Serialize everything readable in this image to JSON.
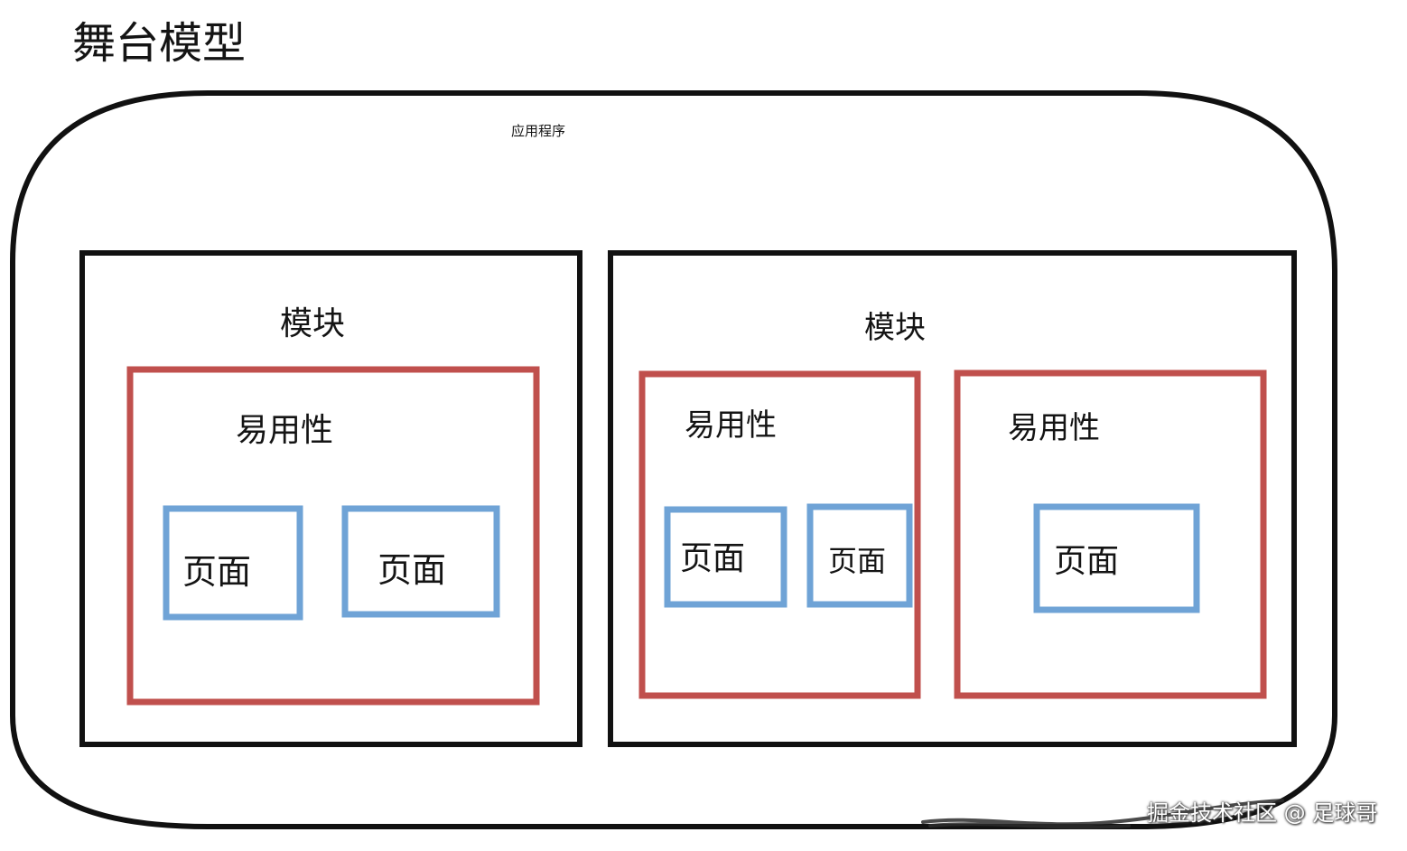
{
  "title": "舞台模型",
  "application": {
    "label": "应用程序"
  },
  "modules": [
    {
      "label": "模块",
      "usability_groups": [
        {
          "label": "易用性",
          "pages": [
            "页面",
            "页面"
          ]
        }
      ]
    },
    {
      "label": "模块",
      "usability_groups": [
        {
          "label": "易用性",
          "pages": [
            "页面",
            "页面"
          ]
        },
        {
          "label": "易用性",
          "pages": [
            "页面"
          ]
        }
      ]
    }
  ],
  "watermark": "掘金技术社区 @ 足球哥",
  "colors": {
    "module_border": "#111111",
    "usability_border": "#c0504d",
    "page_border": "#6fa3d6",
    "application_border": "#111111"
  }
}
